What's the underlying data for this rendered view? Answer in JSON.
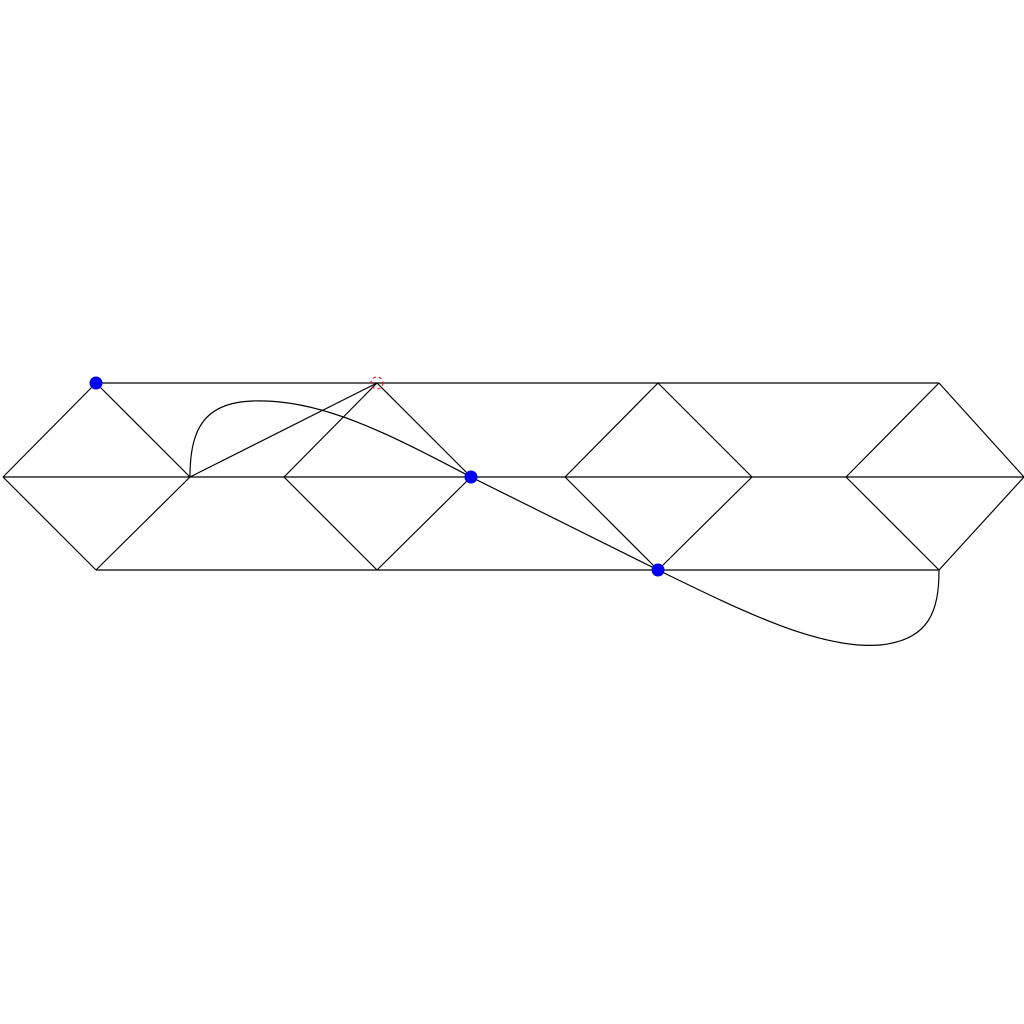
{
  "diagram": {
    "background": "#ffffff",
    "edge_color": "#000000",
    "node_color": "#0000ee",
    "marker_color": "#ff0000",
    "nodes": [
      {
        "id": "top-0",
        "highlighted": true
      },
      {
        "id": "top-1",
        "marked": true
      },
      {
        "id": "top-2"
      },
      {
        "id": "top-3"
      },
      {
        "id": "mid-0"
      },
      {
        "id": "mid-1"
      },
      {
        "id": "mid-2"
      },
      {
        "id": "mid-3",
        "highlighted": true
      },
      {
        "id": "mid-4"
      },
      {
        "id": "mid-5"
      },
      {
        "id": "mid-6"
      },
      {
        "id": "mid-7"
      },
      {
        "id": "bot-0"
      },
      {
        "id": "bot-1"
      },
      {
        "id": "bot-2",
        "highlighted": true
      },
      {
        "id": "bot-3"
      }
    ],
    "edges": [
      [
        "top-0",
        "top-1"
      ],
      [
        "top-1",
        "top-2"
      ],
      [
        "top-2",
        "top-3"
      ],
      [
        "mid-0",
        "mid-1"
      ],
      [
        "mid-1",
        "mid-2"
      ],
      [
        "mid-2",
        "mid-3"
      ],
      [
        "mid-3",
        "mid-4"
      ],
      [
        "mid-4",
        "mid-5"
      ],
      [
        "mid-5",
        "mid-6"
      ],
      [
        "mid-6",
        "mid-7"
      ],
      [
        "bot-0",
        "bot-1"
      ],
      [
        "bot-1",
        "bot-2"
      ],
      [
        "bot-2",
        "bot-3"
      ],
      [
        "mid-0",
        "top-0"
      ],
      [
        "top-0",
        "mid-1"
      ],
      [
        "mid-0",
        "bot-0"
      ],
      [
        "bot-0",
        "mid-1"
      ],
      [
        "mid-2",
        "top-1"
      ],
      [
        "top-1",
        "mid-3"
      ],
      [
        "mid-2",
        "bot-1"
      ],
      [
        "bot-1",
        "mid-3"
      ],
      [
        "mid-4",
        "top-2"
      ],
      [
        "top-2",
        "mid-5"
      ],
      [
        "mid-4",
        "bot-2"
      ],
      [
        "bot-2",
        "mid-5"
      ],
      [
        "mid-6",
        "top-3"
      ],
      [
        "top-3",
        "mid-7"
      ],
      [
        "mid-6",
        "bot-3"
      ],
      [
        "bot-3",
        "mid-7"
      ],
      [
        "mid-1",
        "top-1"
      ],
      [
        "mid-3",
        "bot-2"
      ]
    ],
    "curves": [
      {
        "id": "curve-upper",
        "from": "mid-1",
        "to": "mid-3"
      },
      {
        "id": "curve-lower",
        "from": "bot-2",
        "to": "bot-3"
      }
    ]
  }
}
